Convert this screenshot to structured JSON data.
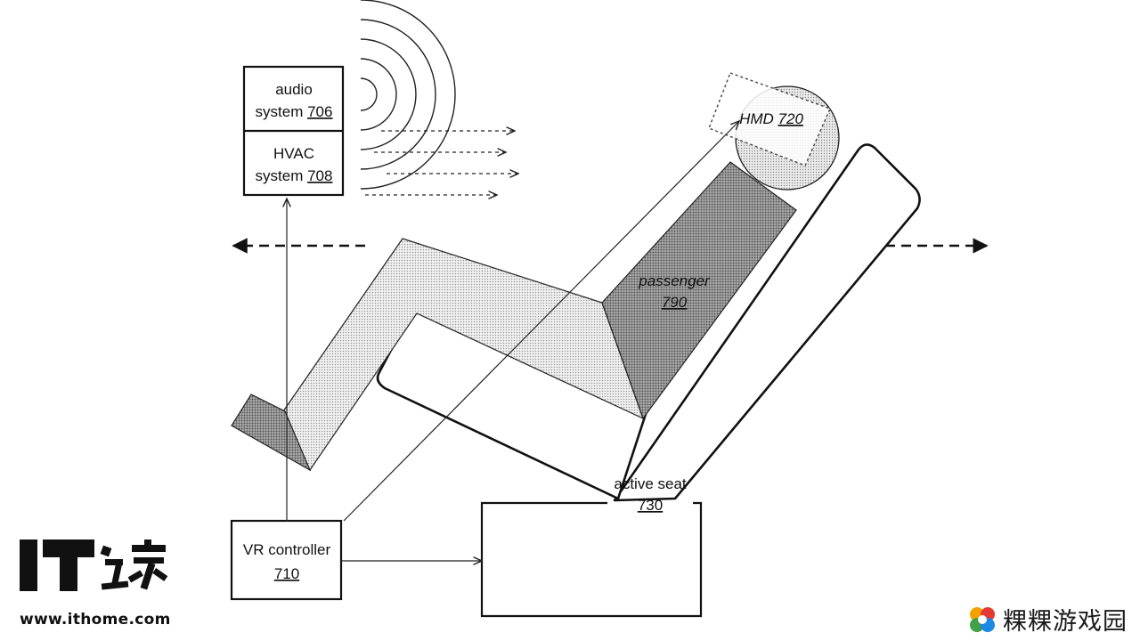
{
  "diagram": {
    "nodes": [
      {
        "id": "audio",
        "name": "audio system",
        "ref": "706",
        "lines": [
          "audio",
          "system"
        ]
      },
      {
        "id": "hvac",
        "name": "HVAC system",
        "ref": "708",
        "lines": [
          "HVAC",
          "system"
        ]
      },
      {
        "id": "hmd",
        "name": "HMD",
        "ref": "720"
      },
      {
        "id": "passenger",
        "name": "passenger",
        "ref": "790"
      },
      {
        "id": "seat",
        "name": "active seat",
        "ref": "730"
      },
      {
        "id": "vr",
        "name": "VR controller",
        "ref": "710"
      }
    ],
    "edges": [
      {
        "from": "vr",
        "to": "hvac",
        "style": "solid-arrow"
      },
      {
        "from": "vr",
        "to": "hmd",
        "style": "solid-arrow"
      },
      {
        "from": "vr",
        "to": "seat",
        "style": "solid-arrow"
      }
    ]
  },
  "watermarks": {
    "ithome_logo": "IT之家",
    "ithome_url": "www.ithome.com",
    "game_site": "粿粿游戏园"
  },
  "colors": {
    "line": "#222222",
    "fill_light": "#dddddd",
    "fill_dark": "#9a9a9a"
  }
}
